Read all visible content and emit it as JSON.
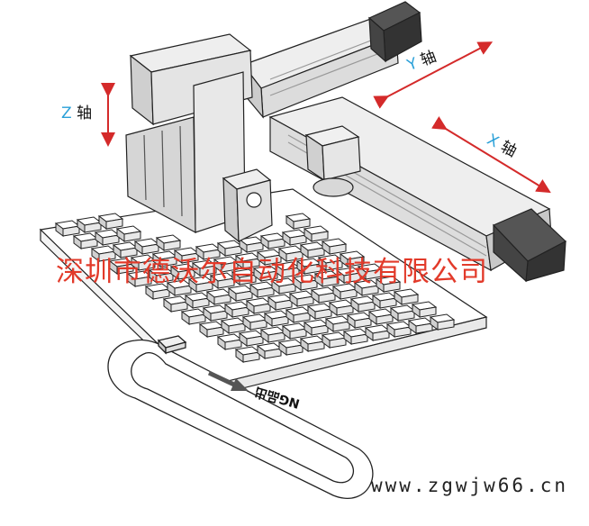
{
  "axes": {
    "z": {
      "letter": "Z",
      "word": "轴"
    },
    "y": {
      "letter": "Y",
      "word": "轴"
    },
    "x": {
      "letter": "X",
      "word": "轴"
    }
  },
  "belt_label": "NG品出",
  "watermark": "深圳市德沃尔自动化科技有限公司",
  "site_url": "www.zgwjw66.cn",
  "colors": {
    "arrow": "#d42a2a",
    "axis_letter": "#2aa0d8",
    "watermark": "#e23a2a",
    "line": "#222222"
  }
}
